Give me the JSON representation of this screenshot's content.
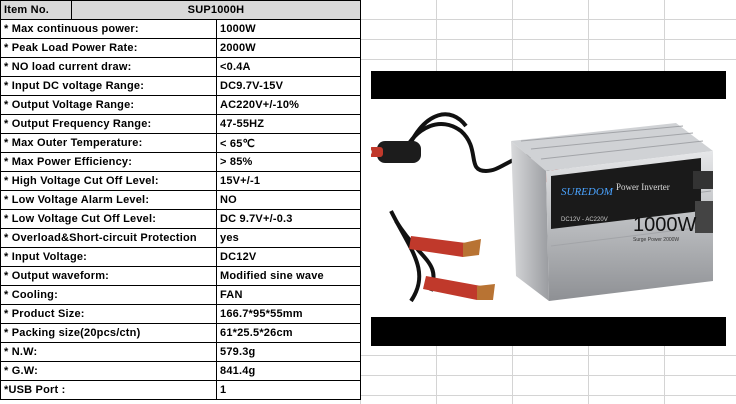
{
  "table": {
    "header": {
      "label": "Item No.",
      "value": "SUP1000H"
    },
    "rows": [
      {
        "label": "* Max continuous power:",
        "value": "1000W"
      },
      {
        "label": "* Peak Load Power Rate:",
        "value": "2000W"
      },
      {
        "label": "* NO load current draw:",
        "value": "<0.4A"
      },
      {
        "label": "* Input DC voltage Range:",
        "value": "DC9.7V-15V"
      },
      {
        "label": "* Output Voltage Range:",
        "value": "AC220V+/-10%"
      },
      {
        "label": "* Output Frequency Range:",
        "value": "47-55HZ"
      },
      {
        "label": "* Max Outer Temperature:",
        "value": "< 65℃"
      },
      {
        "label": "* Max Power Efficiency:",
        "value": "> 85%"
      },
      {
        "label": "* High Voltage Cut Off Level:",
        "value": "15V+/-1"
      },
      {
        "label": "* Low Voltage Alarm Level:",
        "value": "NO"
      },
      {
        "label": "* Low Voltage Cut Off Level:",
        "value": "DC 9.7V+/-0.3"
      },
      {
        "label": "* Overload&Short-circuit Protection",
        "value": "yes"
      },
      {
        "label": "* Input Voltage:",
        "value": "DC12V"
      },
      {
        "label": "* Output waveform:",
        "value": "Modified sine wave"
      },
      {
        "label": "* Cooling:",
        "value": "FAN"
      },
      {
        "label": "*  Product  Size:",
        "value": "166.7*95*55mm"
      },
      {
        "label": "* Packing size(20pcs/ctn)",
        "value": "61*25.5*26cm"
      },
      {
        "label": "* N.W:",
        "value": "579.3g"
      },
      {
        "label": "* G.W:",
        "value": "841.4g"
      },
      {
        "label": "*USB Port :",
        "value": "1"
      }
    ]
  },
  "product_image": {
    "brand": "SUREDOM",
    "name": "Power Inverter",
    "power": "1000W",
    "surge": "Surge Power 2000W",
    "voltage": "DC12V - AC220V",
    "colors": {
      "background": "#000000",
      "body": "#c7c9cc",
      "clip_red": "#c0392b",
      "label_dark": "#1a1a1a"
    }
  }
}
